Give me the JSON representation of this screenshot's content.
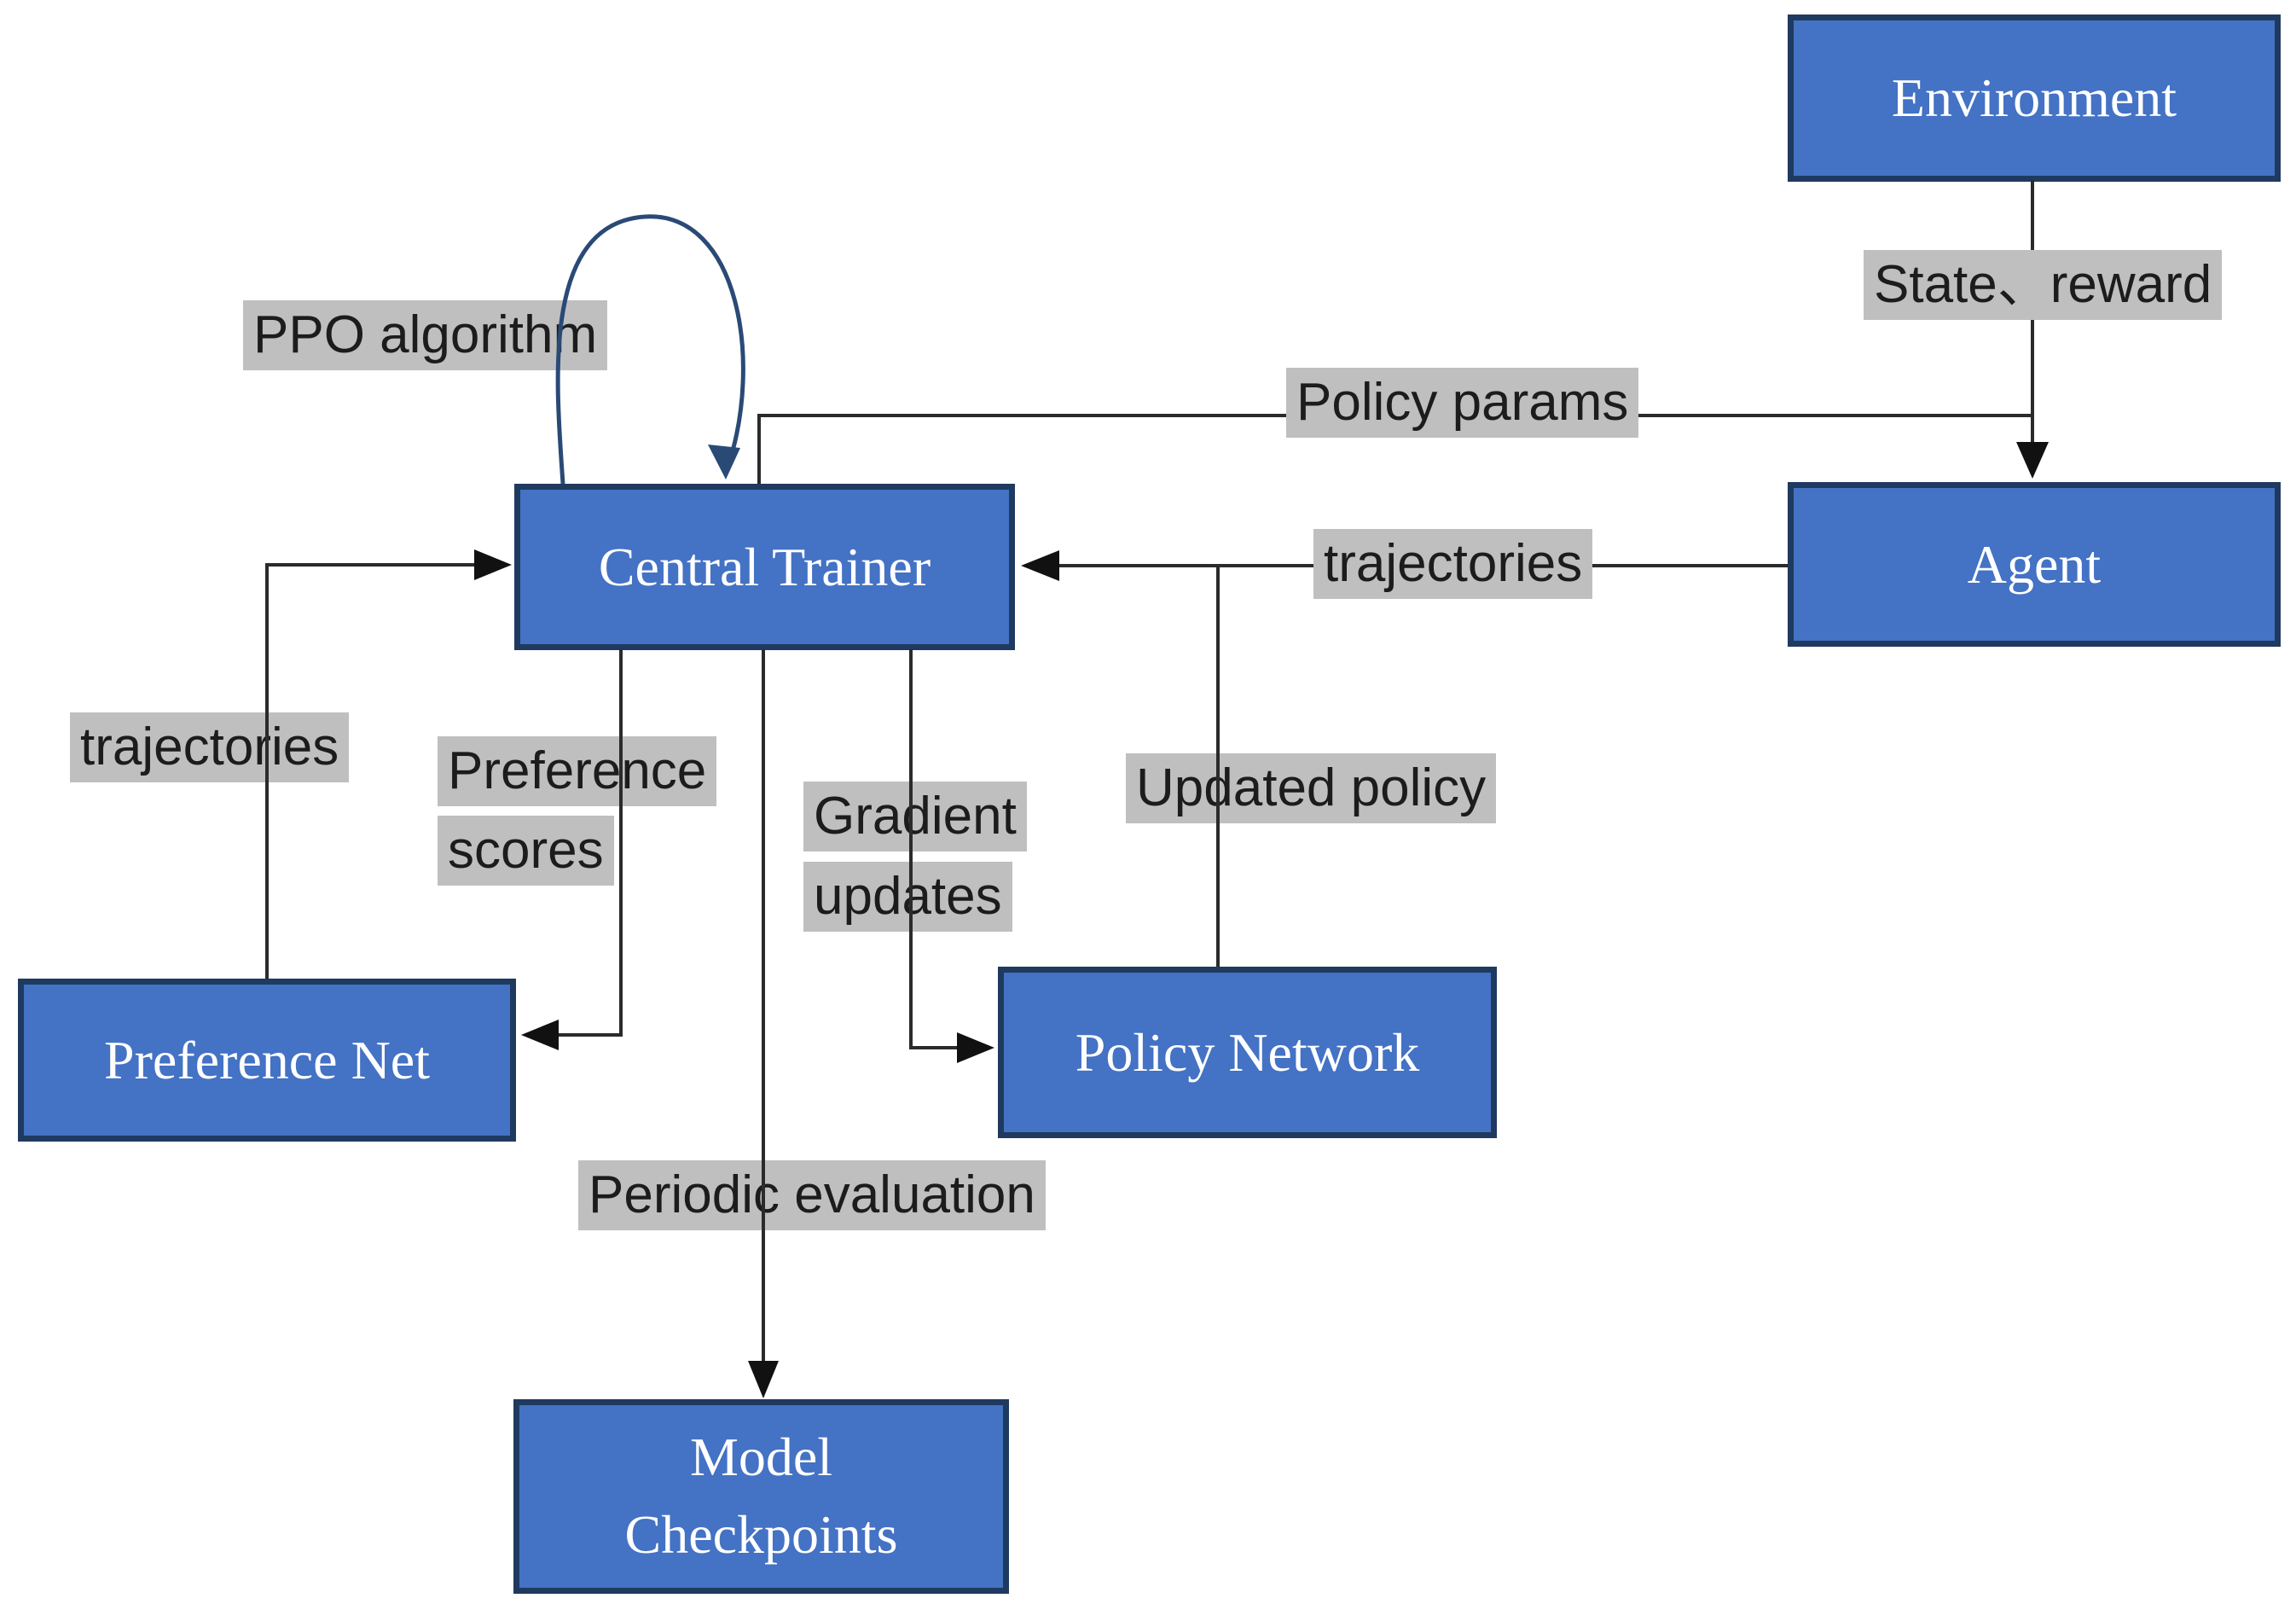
{
  "diagram": {
    "type": "flowchart",
    "colors": {
      "box_fill": "#4472c4",
      "box_border": "#1f3a5f",
      "box_text": "#ffffff",
      "label_bg": "#bfbfbf",
      "label_text": "#1c1c1c",
      "connector": "#2b2b2b",
      "loop_arrow": "#2a4a76",
      "background": "#ffffff"
    },
    "nodes": {
      "environment": {
        "label": "Environment"
      },
      "agent": {
        "label": "Agent"
      },
      "central_trainer": {
        "label": "Central Trainer"
      },
      "preference_net": {
        "label": "Preference Net"
      },
      "policy_network": {
        "label": "Policy Network"
      },
      "model_checkpoints": {
        "label_line1": "Model",
        "label_line2": "Checkpoints"
      }
    },
    "edge_labels": {
      "ppo_algorithm": "PPO algorithm",
      "state_reward": "State、reward",
      "policy_params": "Policy params",
      "trajectories_agent_to_trainer": "trajectories",
      "trajectories_pref_to_trainer": "trajectories",
      "preference_scores_line1": "Preference",
      "preference_scores_line2": "scores",
      "gradient_updates_line1": "Gradient",
      "gradient_updates_line2": "updates",
      "updated_policy": "Updated policy",
      "periodic_evaluation": "Periodic evaluation"
    }
  }
}
